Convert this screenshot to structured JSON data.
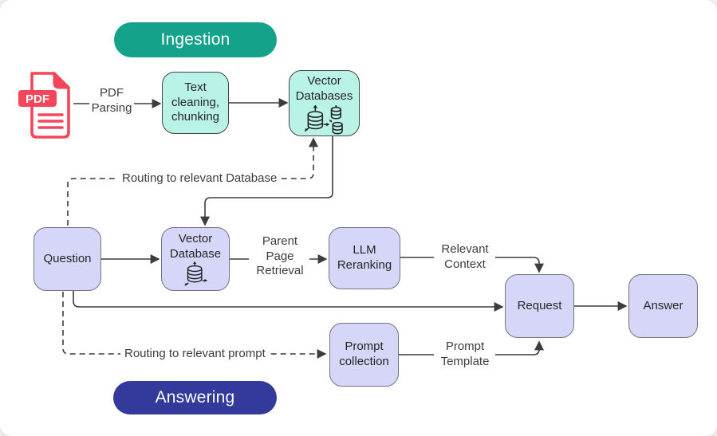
{
  "badges": {
    "ingestion": "Ingestion",
    "answering": "Answering"
  },
  "nodes": {
    "text_cleaning": "Text\ncleaning,\nchunking",
    "vector_databases": "Vector\nDatabases",
    "question": "Question",
    "vector_database": "Vector\nDatabase",
    "llm_reranking": "LLM\nReranking",
    "request": "Request",
    "answer": "Answer",
    "prompt_collection": "Prompt\ncollection"
  },
  "edge_labels": {
    "pdf_parsing": "PDF\nParsing",
    "routing_database": "Routing to relevant Database",
    "parent_page_retrieval": "Parent\nPage\nRetrieval",
    "relevant_context": "Relevant\nContext",
    "prompt_template": "Prompt\nTemplate",
    "routing_prompt": "Routing to relevant prompt"
  },
  "pdf_icon": {
    "label": "PDF"
  },
  "colors": {
    "ingestion_badge_bg": "#14a38a",
    "answering_badge_bg": "#343a9b",
    "ingestion_node_bg": "#b9f2e7",
    "answering_node_bg": "#d6d7f8",
    "node_border_dark": "#454545",
    "node_border_gray": "#72727e",
    "connector_line": "#3c3c3c",
    "pdf_icon_red": "#f4465a",
    "badge_text": "#ffffff"
  }
}
